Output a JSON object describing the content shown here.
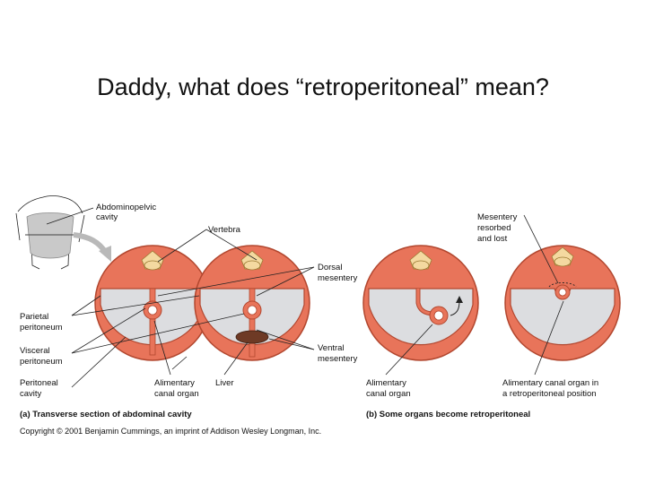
{
  "slide": {
    "title": "Daddy, what does “retroperitoneal” mean?"
  },
  "figure": {
    "labels": {
      "abdominopelvic_cavity": [
        "Abdominopelvic",
        "cavity"
      ],
      "vertebra": "Vertebra",
      "dorsal_mesentery": [
        "Dorsal",
        "mesentery"
      ],
      "parietal_peritoneum": [
        "Parietal",
        "peritoneum"
      ],
      "visceral_peritoneum": [
        "Visceral",
        "peritoneum"
      ],
      "ventral_mesentery": [
        "Ventral",
        "mesentery"
      ],
      "peritoneal_cavity": [
        "Peritoneal",
        "cavity"
      ],
      "alimentary_canal_organ": [
        "Alimentary",
        "canal organ"
      ],
      "liver": "Liver",
      "alimentary_canal_organ_b": [
        "Alimentary",
        "canal organ"
      ],
      "mesentery_resorbed": [
        "Mesentery",
        "resorbed",
        "and lost"
      ],
      "retroperitoneal_position": [
        "Alimentary canal organ in",
        "a retroperitoneal position"
      ]
    },
    "captions": {
      "a": "(a) Transverse section of abdominal cavity",
      "b": "(b) Some organs become retroperitoneal"
    },
    "copyright": "Copyright © 2001 Benjamin Cummings, an imprint of Addison Wesley Longman, Inc."
  },
  "colors": {
    "wall": "#e8745a",
    "wall_stroke": "#b2472f",
    "cavity": "#dcdde0",
    "vertebra": "#f4d9a0",
    "liver": "#6e3a25",
    "arrow": "#b9b9b9"
  }
}
